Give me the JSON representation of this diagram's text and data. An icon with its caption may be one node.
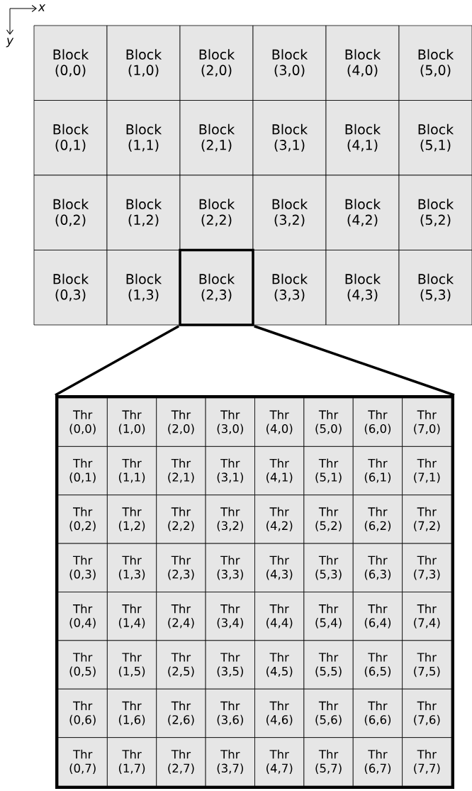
{
  "diagram": {
    "nodes": [
      {
        "text": [
          "Block (0,0)"
        ]
      },
      {
        "text": [
          "Block (1,0)"
        ]
      },
      {
        "text": [
          "Block (2,0)"
        ]
      },
      {
        "text": [
          "Block (3,0)"
        ]
      },
      {
        "text": [
          "Block (4,0)"
        ]
      },
      {
        "text": [
          "Block (5,0)"
        ]
      },
      {
        "text": [
          "Block (0,1)"
        ]
      },
      {
        "text": [
          "Block (1,1)"
        ]
      },
      {
        "text": [
          "Block (2,1)"
        ]
      },
      {
        "text": [
          "Block (3,1)"
        ]
      },
      {
        "text": [
          "Block (4,1)"
        ]
      },
      {
        "text": [
          "Block (5,1)"
        ]
      },
      {
        "text": [
          "Block (0,2)"
        ]
      },
      {
        "text": [
          "Block (1,2)"
        ]
      },
      {
        "text": [
          "Block (2,2)"
        ]
      },
      {
        "text": [
          "Block (3,2)"
        ]
      },
      {
        "text": [
          "Block (4,2)"
        ]
      },
      {
        "text": [
          "Block (5,2)"
        ]
      },
      {
        "text": [
          "Block (0,3)"
        ]
      },
      {
        "text": [
          "Block (1,3)"
        ]
      },
      {
        "text": [
          "Block (2,3)"
        ]
      },
      {
        "text": [
          "Block (3,3)"
        ]
      },
      {
        "text": [
          "Block (4,3)"
        ]
      },
      {
        "text": [
          "Block (5,3)"
        ]
      },
      {
        "text": [],
        "shape": "box"
      },
      {
        "text": [
          "Thr (0,0)"
        ],
        "in": 24
      },
      {
        "text": [
          "Thr (1,0)"
        ],
        "in": 24
      },
      {
        "text": [
          "Thr (2,0)"
        ],
        "in": 24
      },
      {
        "text": [
          "Thr (3,0)"
        ],
        "in": 24
      },
      {
        "text": [
          "Thr (4,0)"
        ],
        "in": 24
      },
      {
        "text": [
          "Thr (5,0)"
        ],
        "in": 24
      },
      {
        "text": [
          "Thr (6,0)"
        ],
        "in": 24
      },
      {
        "text": [
          "Thr (7,0)"
        ],
        "in": 24
      },
      {
        "text": [
          "Thr (0,1)"
        ],
        "in": 24
      },
      {
        "text": [
          "Thr (1,1)"
        ],
        "in": 24
      },
      {
        "text": [
          "Thr (2,1)"
        ],
        "in": 24
      },
      {
        "text": [
          "Thr (3,1)"
        ],
        "in": 24
      },
      {
        "text": [
          "Thr (4,1)"
        ],
        "in": 24
      },
      {
        "text": [
          "Thr (5,1)"
        ],
        "in": 24
      },
      {
        "text": [
          "Thr (6,1)"
        ],
        "in": 24
      },
      {
        "text": [
          "Thr (7,1)"
        ],
        "in": 24
      },
      {
        "text": [
          "Thr (0,2)"
        ],
        "in": 24
      },
      {
        "text": [
          "Thr (1,2)"
        ],
        "in": 24
      },
      {
        "text": [
          "Thr (2,2)"
        ],
        "in": 24
      },
      {
        "text": [
          "Thr (3,2)"
        ],
        "in": 24
      },
      {
        "text": [
          "Thr (4,2)"
        ],
        "in": 24
      },
      {
        "text": [
          "Thr (5,2)"
        ],
        "in": 24
      },
      {
        "text": [
          "Thr (6,2)"
        ],
        "in": 24
      },
      {
        "text": [
          "Thr (7,2)"
        ],
        "in": 24
      },
      {
        "text": [
          "Thr (0,3)"
        ],
        "in": 24
      },
      {
        "text": [
          "Thr (1,3)"
        ],
        "in": 24
      },
      {
        "text": [
          "Thr (2,3)"
        ],
        "in": 24
      },
      {
        "text": [
          "Thr (3,3)"
        ],
        "in": 24
      },
      {
        "text": [
          "Thr (4,3)"
        ],
        "in": 24
      },
      {
        "text": [
          "Thr (5,3)"
        ],
        "in": 24
      },
      {
        "text": [
          "Thr (6,3)"
        ],
        "in": 24
      },
      {
        "text": [
          "Thr (7,3)"
        ],
        "in": 24
      },
      {
        "text": [
          "Thr (0,4)"
        ],
        "in": 24
      },
      {
        "text": [
          "Thr (1,4)"
        ],
        "in": 24
      },
      {
        "text": [
          "Thr (2,4)"
        ],
        "in": 24
      },
      {
        "text": [
          "Thr (3,4)"
        ],
        "in": 24
      },
      {
        "text": [
          "Thr (4,4)"
        ],
        "in": 24
      },
      {
        "text": [
          "Thr (5,4)"
        ],
        "in": 24
      },
      {
        "text": [
          "Thr (6,4)"
        ],
        "in": 24
      },
      {
        "text": [
          "Thr (7,4)"
        ],
        "in": 24
      },
      {
        "text": [
          "Thr (0,5)"
        ],
        "in": 24
      },
      {
        "text": [
          "Thr (1,5)"
        ],
        "in": 24
      },
      {
        "text": [
          "Thr (2,5)"
        ],
        "in": 24
      },
      {
        "text": [
          "Thr (3,5)"
        ],
        "in": 24
      },
      {
        "text": [
          "Thr (4,5)"
        ],
        "in": 24
      },
      {
        "text": [
          "Thr (5,5)"
        ],
        "in": 24
      },
      {
        "text": [
          "Thr (6,5)"
        ],
        "in": 24
      },
      {
        "text": [
          "Thr (7,5)"
        ],
        "in": 24
      },
      {
        "text": [
          "Thr (0,6)"
        ],
        "in": 24
      },
      {
        "text": [
          "Thr (1,6)"
        ],
        "in": 24
      },
      {
        "text": [
          "Thr (2,6)"
        ],
        "in": 24
      },
      {
        "text": [
          "Thr (3,6)"
        ],
        "in": 24
      },
      {
        "text": [
          "Thr (4,6)"
        ],
        "in": 24
      },
      {
        "text": [
          "Thr (5,6)"
        ],
        "in": 24
      },
      {
        "text": [
          "Thr (6,6)"
        ],
        "in": 24
      },
      {
        "text": [
          "Thr (7,6)"
        ],
        "in": 24
      },
      {
        "text": [
          "Thr (0,7)"
        ],
        "in": 24
      },
      {
        "text": [
          "Thr (1,7)"
        ],
        "in": 24
      },
      {
        "text": [
          "Thr (2,7)"
        ],
        "in": 24
      },
      {
        "text": [
          "Thr (3,7)"
        ],
        "in": 24
      },
      {
        "text": [
          "Thr (4,7)"
        ],
        "in": 24
      },
      {
        "text": [
          "Thr (5,7)"
        ],
        "in": 24
      },
      {
        "text": [
          "Thr (6,7)"
        ],
        "in": 24
      },
      {
        "text": [
          "Thr (7,7)"
        ],
        "in": 24
      }
    ],
    "edges": [
      {
        "from": 20,
        "to": 24,
        "arrow": "none"
      },
      {
        "from": 20,
        "to": 24,
        "arrow": "none"
      }
    ],
    "labels": [
      "x",
      "y"
    ]
  }
}
